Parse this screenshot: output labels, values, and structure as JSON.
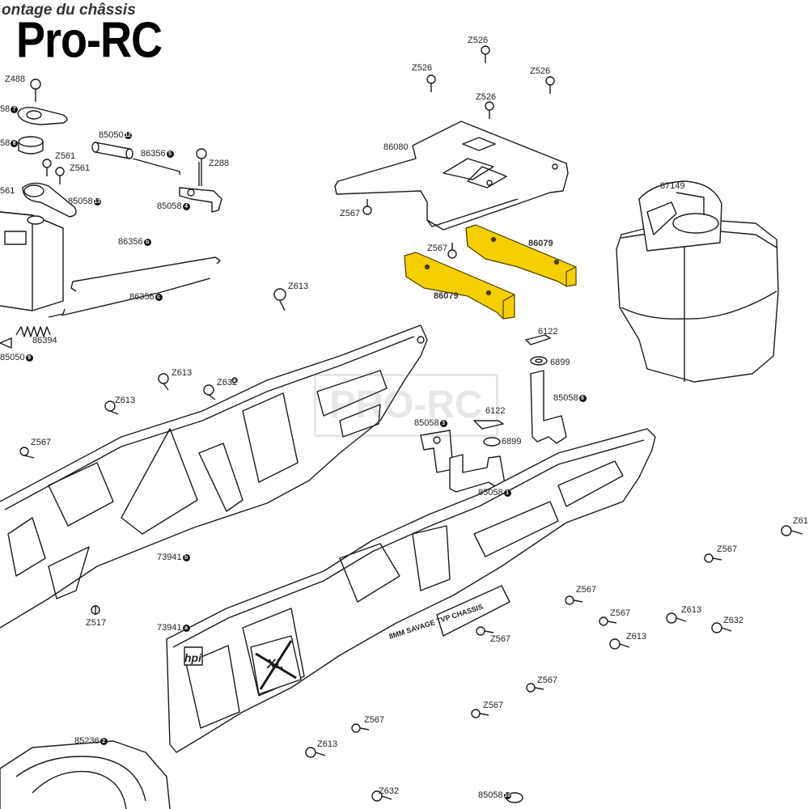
{
  "header": {
    "section_title": "ontage du châssis",
    "brand": "Pro-RC",
    "watermark": "PRO-RC"
  },
  "frame_text": {
    "chassis_name": "8MM SAVAGE TVP CHASSIS",
    "logo": "hpi",
    "xl_badge": "XL"
  },
  "highlight_color": "#f5cf00",
  "parts": {
    "z488": "Z488",
    "p58_a": "58",
    "p58_b": "58",
    "p561_left": "561",
    "z561_a": "Z561",
    "z561_b": "Z561",
    "p85050_top": "85050",
    "p86356_top": "86356",
    "z288": "Z288",
    "p85058_left": "85058",
    "p85058_bell": "85058",
    "p86356_mid": "86356",
    "p86356_low": "86356",
    "p86394": "86394",
    "p85050_low": "85050",
    "z526_top": "Z526",
    "z526_left": "Z526",
    "z526_right": "Z526",
    "z526_mid": "Z526",
    "p86080": "86080",
    "z567_plate": "Z567",
    "z567_post": "Z567",
    "p86079_upper": "86079",
    "p86079_lower": "86079",
    "p87149": "87149",
    "z613_center": "Z613",
    "p6122_top": "6122",
    "p6899_top": "6899",
    "p85058_right": "85058",
    "p85058_center": "85058",
    "p6122_mid": "6122",
    "p6899_mid": "6899",
    "p85058_bottom": "85058",
    "z613_a": "Z613",
    "z632_a": "Z632",
    "z613_b": "Z613",
    "z567_left": "Z567",
    "p73941_b": "73941",
    "z517": "Z517",
    "p73941_a": "73941",
    "p61_right": "Z61",
    "z567_r1": "Z567",
    "z567_r2": "Z567",
    "z567_r3": "Z567",
    "z613_r1": "Z613",
    "z632_r": "Z632",
    "z567_r4": "Z567",
    "z613_r2": "Z613",
    "z567_r5": "Z567",
    "z567_r6": "Z567",
    "z567_bottom": "Z567",
    "p85236": "85236",
    "z613_bottom": "Z613",
    "z632_bottom": "Z632",
    "p85058_last": "85058"
  },
  "callouts": {
    "n7": "7",
    "n8": "8",
    "n12": "12",
    "n5": "5",
    "n4": "4",
    "n13": "13",
    "n11": "11",
    "nb": "b",
    "nc": "c",
    "n9": "9",
    "n6": "6",
    "n3": "3",
    "n1": "1",
    "nbb": "b",
    "na": "a",
    "n2": "2",
    "n10": "10"
  }
}
